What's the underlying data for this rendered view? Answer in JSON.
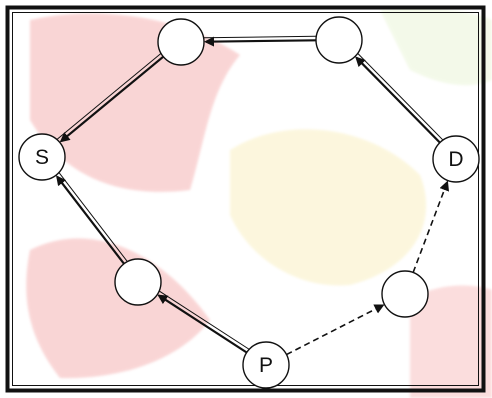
{
  "diagram": {
    "nodes": [
      {
        "id": "S",
        "label": "S"
      },
      {
        "id": "D",
        "label": "D"
      },
      {
        "id": "P",
        "label": "P"
      },
      {
        "id": "top-left",
        "label": ""
      },
      {
        "id": "top-right",
        "label": ""
      },
      {
        "id": "lower-left",
        "label": ""
      },
      {
        "id": "lower-right",
        "label": ""
      }
    ],
    "edges": [
      {
        "from": "top-right",
        "to": "top-left",
        "style": "solid",
        "direction": "arrow"
      },
      {
        "from": "top-left",
        "to": "S",
        "style": "solid",
        "direction": "arrow"
      },
      {
        "from": "D",
        "to": "top-right",
        "style": "solid",
        "direction": "arrow"
      },
      {
        "from": "lower-left",
        "to": "S",
        "style": "solid",
        "direction": "arrow"
      },
      {
        "from": "P",
        "to": "lower-left",
        "style": "solid",
        "direction": "arrow"
      },
      {
        "from": "P",
        "to": "lower-right",
        "style": "dashed",
        "direction": "arrow"
      },
      {
        "from": "lower-right",
        "to": "D",
        "style": "dashed",
        "direction": "arrow"
      }
    ],
    "colors": {
      "background": "#ffffff",
      "watermark_red": "#e23a3a",
      "watermark_yellow": "#f2d35a",
      "frame": "#111111",
      "node_fill": "#ffffff",
      "edge": "#111111"
    }
  }
}
